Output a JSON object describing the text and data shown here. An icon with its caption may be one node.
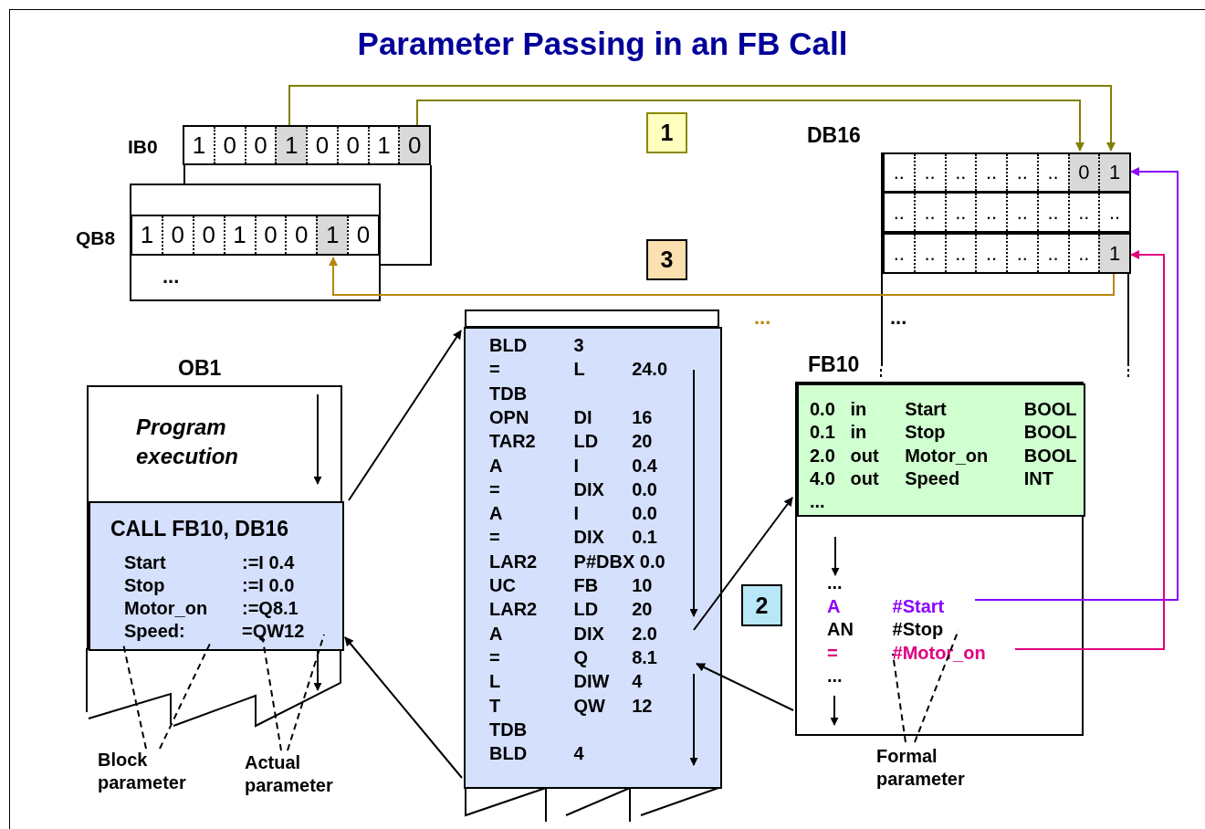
{
  "diagram": {
    "title": "Parameter Passing in an FB Call",
    "nodes": [
      {
        "text": [
          "1",
          "0",
          "0",
          "1",
          "0",
          "0",
          "1",
          "0"
        ],
        "beside": [
          "IB0"
        ]
      },
      {
        "text": [
          "1",
          "0",
          "0",
          "1",
          "0",
          "0",
          "1",
          "0"
        ],
        "beside": [
          "QB8"
        ]
      },
      {
        "text": [
          "DB16"
        ]
      },
      {
        "text": [
          "..",
          "..",
          "..",
          "..",
          "..",
          "..",
          "0",
          "1"
        ],
        "in": 2
      },
      {
        "text": [
          "..",
          "..",
          "..",
          "..",
          "..",
          "..",
          "..",
          ".."
        ],
        "in": 2
      },
      {
        "text": [
          "..",
          "..",
          "..",
          "..",
          "..",
          "..",
          "..",
          "1"
        ],
        "in": 2
      },
      {
        "text": [
          "1"
        ]
      },
      {
        "text": [
          "3"
        ]
      },
      {
        "text": [
          "OB1",
          "Program execution"
        ]
      },
      {
        "text": [
          "CALL FB10, DB16",
          "Start",
          ":=I 0.4",
          "Stop",
          ":=I 0.0",
          "Motor_on",
          ":=Q8.1",
          "Speed:",
          "=QW12"
        ],
        "in": 8
      },
      {
        "text": [
          "BLD 3",
          "= L 24.0",
          "TDB",
          "OPN DI 16",
          "TAR2 LD 20",
          "A I 0.4",
          "= DIX 0.0",
          "A I 0.0",
          "= DIX 0.1",
          "LAR2 P#DBX 0.0",
          "UC FB 10",
          "LAR2 LD 20",
          "A DIX 2.0",
          "= Q 8.1",
          "L DIW 4",
          "T QW 12",
          "TDB",
          "BLD 4"
        ]
      },
      {
        "text": [
          "FB10"
        ]
      },
      {
        "text": [
          "0.0 in Start BOOL",
          "0.1 in Stop BOOL",
          "2.0 out Motor_on BOOL",
          "4.0 out Speed INT",
          "..."
        ],
        "in": 11
      },
      {
        "text": [
          "2"
        ]
      },
      {
        "text": [
          "...",
          "A #Start",
          "AN #Stop",
          "= #Motor_on",
          "..."
        ],
        "in": 11
      },
      {
        "text": [
          "Block parameter"
        ]
      },
      {
        "text": [
          "Actual parameter"
        ]
      },
      {
        "text": [
          "Formal parameter"
        ]
      }
    ],
    "edges": [
      {
        "from": 0,
        "to": 3,
        "arrow": "to",
        "color": "#808000"
      },
      {
        "from": 0,
        "to": 3,
        "arrow": "to",
        "color": "#808000"
      },
      {
        "from": 5,
        "to": 1,
        "arrow": "to",
        "color": "#b8860b"
      },
      {
        "from": 14,
        "to": 3,
        "arrow": "to",
        "color": "#8b00ff"
      },
      {
        "from": 14,
        "to": 5,
        "arrow": "to",
        "color": "#e0007f"
      },
      {
        "from": 9,
        "to": 10,
        "arrow": "to"
      },
      {
        "from": 10,
        "to": 12,
        "arrow": "to"
      },
      {
        "from": 14,
        "to": 10,
        "arrow": "to"
      },
      {
        "from": 10,
        "to": 9,
        "arrow": "to"
      },
      {
        "from": 15,
        "to": 9,
        "arrow": "none",
        "style": "dashed"
      },
      {
        "from": 15,
        "to": 9,
        "arrow": "none",
        "style": "dashed"
      },
      {
        "from": 16,
        "to": 9,
        "arrow": "none",
        "style": "dashed"
      },
      {
        "from": 16,
        "to": 9,
        "arrow": "none",
        "style": "dashed"
      },
      {
        "from": 17,
        "to": 14,
        "arrow": "none",
        "style": "dashed"
      },
      {
        "from": 17,
        "to": 14,
        "arrow": "none",
        "style": "dashed"
      }
    ],
    "labels": [
      "...",
      "...",
      "..."
    ]
  }
}
